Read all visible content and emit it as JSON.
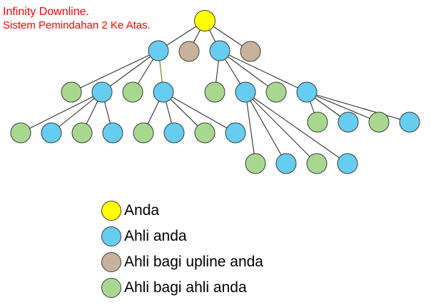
{
  "header": {
    "title": "Infinity Downline.",
    "subtitle": "Sistem Pemindahan 2 Ke Atas."
  },
  "colors": {
    "you": "#ffff00",
    "member": "#66ccf0",
    "upline_member": "#c8b29b",
    "member_of_member": "#a8d890",
    "edge_default": "#333333",
    "edge_green": "#668800",
    "title_red": "#ff0000"
  },
  "legend": [
    {
      "label": "Anda",
      "role": "you"
    },
    {
      "label": "Ahli anda",
      "role": "member"
    },
    {
      "label": "Ahli bagi upline anda",
      "role": "upline_member"
    },
    {
      "label": "Ahli bagi ahli anda",
      "role": "member_of_member"
    }
  ],
  "tree": {
    "nodes": [
      {
        "id": "root",
        "role": "you"
      },
      {
        "id": "A",
        "role": "member",
        "parent": "root"
      },
      {
        "id": "U1",
        "role": "upline_member",
        "parent": "root"
      },
      {
        "id": "B",
        "role": "member",
        "parent": "root"
      },
      {
        "id": "U2",
        "role": "upline_member",
        "parent": "root"
      },
      {
        "id": "A-g1",
        "role": "member_of_member",
        "parent": "A"
      },
      {
        "id": "A1",
        "role": "member",
        "parent": "A"
      },
      {
        "id": "A-g2",
        "role": "member_of_member",
        "parent": "A"
      },
      {
        "id": "A2",
        "role": "member",
        "parent": "A",
        "edge": "green"
      },
      {
        "id": "B-g1",
        "role": "member_of_member",
        "parent": "B"
      },
      {
        "id": "B1",
        "role": "member",
        "parent": "B"
      },
      {
        "id": "B-g2",
        "role": "member_of_member",
        "parent": "B"
      },
      {
        "id": "B2",
        "role": "member",
        "parent": "B"
      },
      {
        "id": "A1-g1",
        "role": "member_of_member",
        "parent": "A1"
      },
      {
        "id": "A1-b1",
        "role": "member",
        "parent": "A1"
      },
      {
        "id": "A1-g2",
        "role": "member_of_member",
        "parent": "A1"
      },
      {
        "id": "A1-b2",
        "role": "member",
        "parent": "A1"
      },
      {
        "id": "A2-g1",
        "role": "member_of_member",
        "parent": "A2"
      },
      {
        "id": "A2-b1",
        "role": "member",
        "parent": "A2"
      },
      {
        "id": "A2-g2",
        "role": "member_of_member",
        "parent": "A2"
      },
      {
        "id": "A2-b2",
        "role": "member",
        "parent": "A2"
      },
      {
        "id": "B2-g1",
        "role": "member_of_member",
        "parent": "B2"
      },
      {
        "id": "B2-b1",
        "role": "member",
        "parent": "B2"
      },
      {
        "id": "B2-g2",
        "role": "member_of_member",
        "parent": "B2"
      },
      {
        "id": "B2-b2",
        "role": "member",
        "parent": "B2"
      },
      {
        "id": "B1-g1",
        "role": "member_of_member",
        "parent": "B1"
      },
      {
        "id": "B1-b1",
        "role": "member",
        "parent": "B1"
      },
      {
        "id": "B1-g2",
        "role": "member_of_member",
        "parent": "B1"
      },
      {
        "id": "B1-b2",
        "role": "member",
        "parent": "B1"
      }
    ]
  }
}
